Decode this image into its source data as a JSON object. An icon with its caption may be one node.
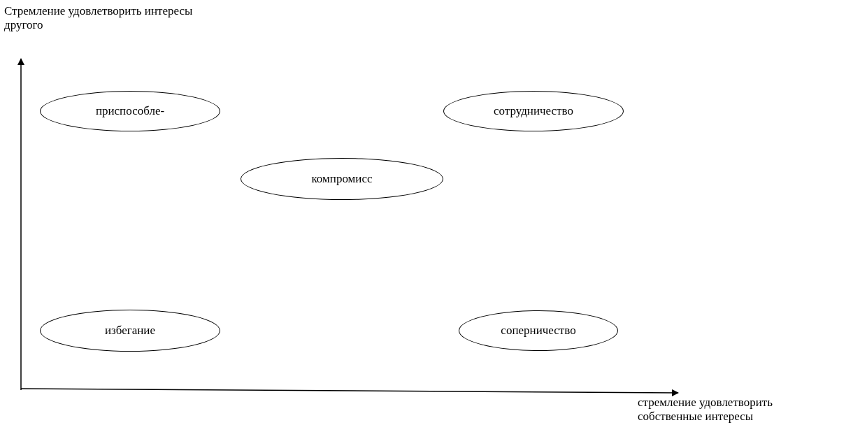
{
  "diagram": {
    "nodes": [
      {
        "text": [
          "приспособле-"
        ]
      },
      {
        "text": [
          "сотрудничество"
        ]
      },
      {
        "text": [
          "компромисс"
        ]
      },
      {
        "text": [
          "избегание"
        ]
      },
      {
        "text": [
          "соперничество"
        ]
      }
    ],
    "labels": [
      "Стремление удовлетворить интересы другого",
      "стремление удовлетворить собственные интересы"
    ]
  }
}
